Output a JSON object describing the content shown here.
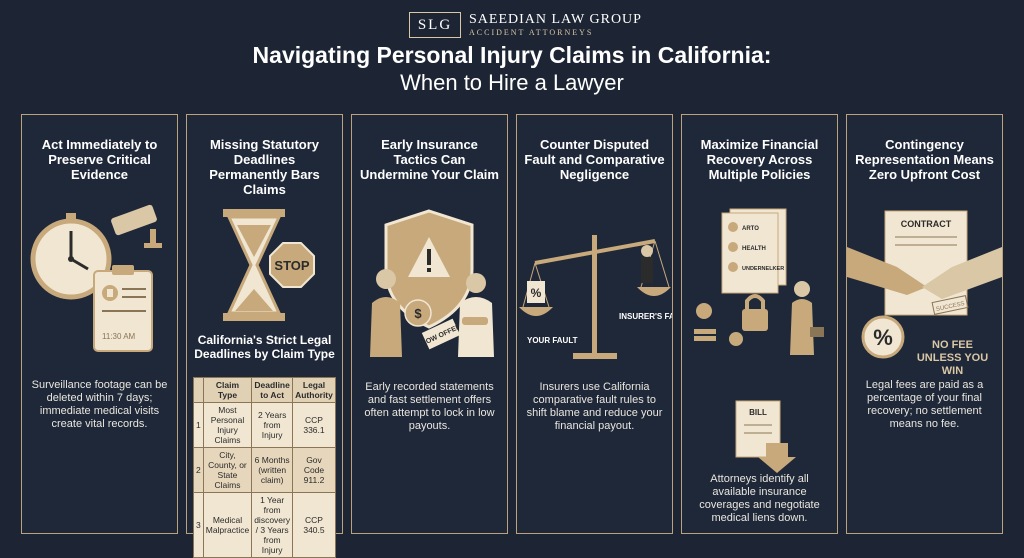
{
  "header": {
    "logo_mark": "SLG",
    "logo_name": "SAEEDIAN LAW GROUP",
    "logo_sub": "ACCIDENT ATTORNEYS",
    "title_line1": "Navigating Personal Injury Claims in California:",
    "title_line2": "When to Hire a Lawyer"
  },
  "cards": [
    {
      "title": "Act Immediately to Preserve Critical Evidence",
      "body": "Surveillance footage can be deleted within 7 days; immediate medical visits create vital records.",
      "illustration_text": "11:30 AM"
    },
    {
      "title": "Missing Statutory Deadlines Permanently Bars Claims",
      "stop_sign": "STOP",
      "table_title": "California's Strict Legal Deadlines by Claim Type",
      "table_headers": [
        "",
        "Claim Type",
        "Deadline to Act",
        "Legal Authority"
      ],
      "table_rows": [
        [
          "1",
          "Most Personal Injury Claims",
          "2 Years from Injury",
          "CCP 336.1"
        ],
        [
          "2",
          "City, County, or State Claims",
          "6 Months (written claim)",
          "Gov Code 911.2"
        ],
        [
          "3",
          "Medical Malpractice",
          "1 Year from discovery / 3 Years from Injury",
          "CCP 340.5"
        ]
      ]
    },
    {
      "title": "Early Insurance Tactics Can Undermine Your Claim",
      "offer_tag": "LOW OFFER",
      "body": "Early recorded statements and fast settlement offers often attempt to lock in low payouts."
    },
    {
      "title": "Counter Disputed Fault and Comparative Negligence",
      "label_left": "YOUR FAULT",
      "label_right": "INSURER'S FAULT",
      "body": "Insurers use California comparative fault rules to shift blame and reduce your financial payout."
    },
    {
      "title": "Maximize Financial Recovery Across Multiple Policies",
      "policy_labels": [
        "ARTO",
        "HEALTH",
        "UNDERNELKER"
      ],
      "bill_label": "BILL",
      "body": "Attorneys identify all available insurance coverages and negotiate medical liens down."
    },
    {
      "title": "Contingency Representation Means Zero Upfront Cost",
      "contract_label": "CONTRACT",
      "stamp_label": "SUCCESS",
      "fee_label": "NO FEE UNLESS YOU WIN",
      "body": "Legal fees are paid as a percentage of your final recovery; no settlement means no fee."
    }
  ],
  "colors": {
    "background": "#1d2534",
    "accent": "#c7a97c",
    "border": "#b9a27c",
    "paper": "#f1e6d2"
  }
}
